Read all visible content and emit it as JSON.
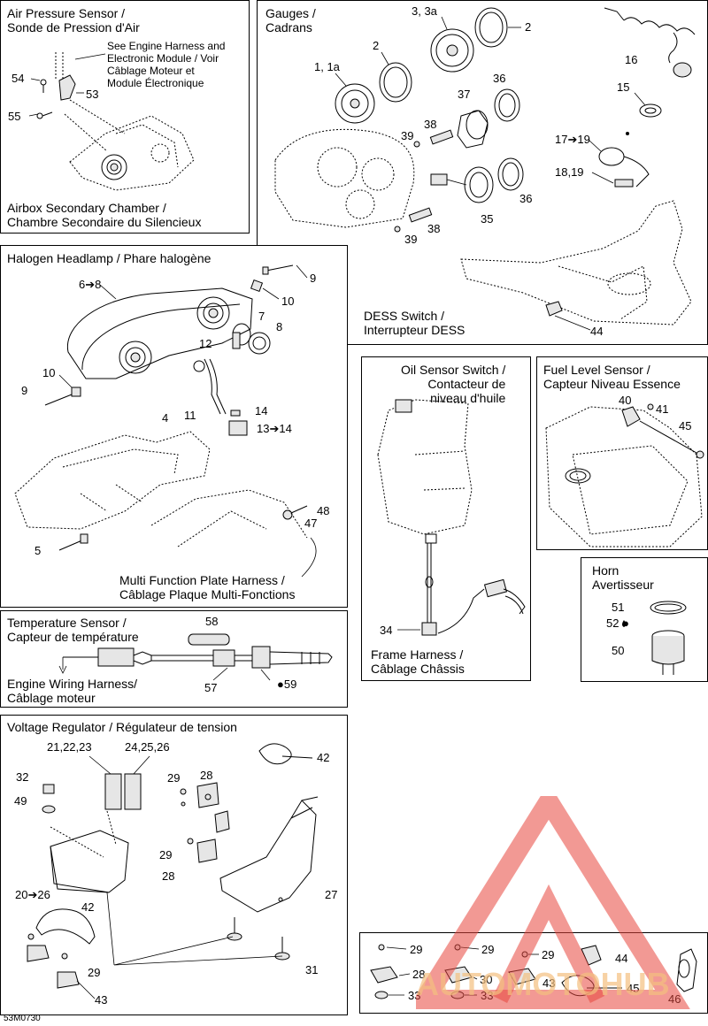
{
  "diagram_code": "53M0730",
  "watermark": {
    "text": "AUTOMOTOHUB",
    "color": "#e8463c",
    "accent": "#f4c080"
  },
  "panels": {
    "air_pressure": {
      "title": "Air Pressure Sensor /\nSonde de Pression d'Air",
      "note": "See Engine Harness and\nElectronic Module / Voir\nCâblage Moteur et\nModule Électronique",
      "caption": "Airbox Secondary Chamber /\nChambre Secondaire du Silencieux",
      "parts": [
        "54",
        "53",
        "55"
      ]
    },
    "gauges": {
      "title": "Gauges /\nCadrans",
      "parts": [
        "3, 3a",
        "2",
        "2",
        "1, 1a",
        "36",
        "37",
        "38",
        "39",
        "36",
        "35",
        "38",
        "39"
      ],
      "dess_caption": "DESS Switch /\nInterrupteur DESS",
      "dess_parts": [
        "16",
        "15",
        "17➔19",
        "18,19",
        "44"
      ]
    },
    "headlamp": {
      "title": "Halogen Headlamp / Phare halogène",
      "parts": [
        "6➔8",
        "9",
        "10",
        "7",
        "8",
        "12",
        "10",
        "9",
        "11",
        "14",
        "4",
        "13➔14",
        "48",
        "47",
        "5"
      ],
      "caption": "Multi Function Plate Harness /\nCâblage Plaque Multi-Fonctions"
    },
    "oil": {
      "title": "Oil Sensor Switch /\nContacteur de\nniveau d'huile",
      "parts": [
        "34"
      ],
      "caption": "Frame Harness /\nCâblage Châssis"
    },
    "fuel": {
      "title": "Fuel Level Sensor /\nCapteur Niveau Essence",
      "parts": [
        "40",
        "41",
        "45"
      ]
    },
    "horn": {
      "title": "Horn\nAvertisseur",
      "parts": [
        "51",
        "52",
        "50"
      ]
    },
    "temperature": {
      "title": "Temperature Sensor /\nCapteur de température",
      "parts": [
        "58",
        "57",
        "59"
      ],
      "caption": "Engine Wiring Harness/\nCâblage moteur"
    },
    "regulator": {
      "title": "Voltage Regulator / Régulateur de tension",
      "parts": [
        "21,22,23",
        "24,25,26",
        "42",
        "32",
        "49",
        "29",
        "28",
        "29",
        "28",
        "20➔26",
        "42",
        "27",
        "29",
        "43",
        "31"
      ]
    },
    "hardware": {
      "parts": [
        "29",
        "29",
        "29",
        "44",
        "28",
        "30",
        "43",
        "45",
        "33",
        "33",
        "46"
      ]
    }
  }
}
